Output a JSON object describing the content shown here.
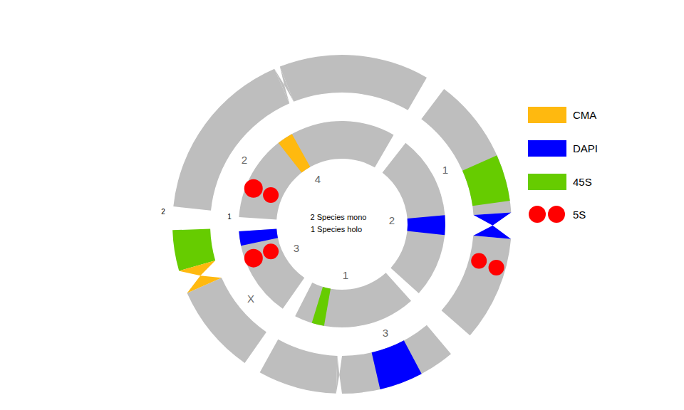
{
  "diagram": {
    "labels": [
      "2",
      "1",
      "2",
      "4",
      "1",
      "2 Species mono",
      "1 Species holo",
      "2",
      "3",
      "X",
      "1",
      "3"
    ],
    "legend": [
      {
        "text": "CMA",
        "color": "#FFB90F"
      },
      {
        "text": "DAPI",
        "color": "#0000FF"
      },
      {
        "text": "45S",
        "color": "#66CC00"
      },
      {
        "text": "5S"
      }
    ]
  }
}
